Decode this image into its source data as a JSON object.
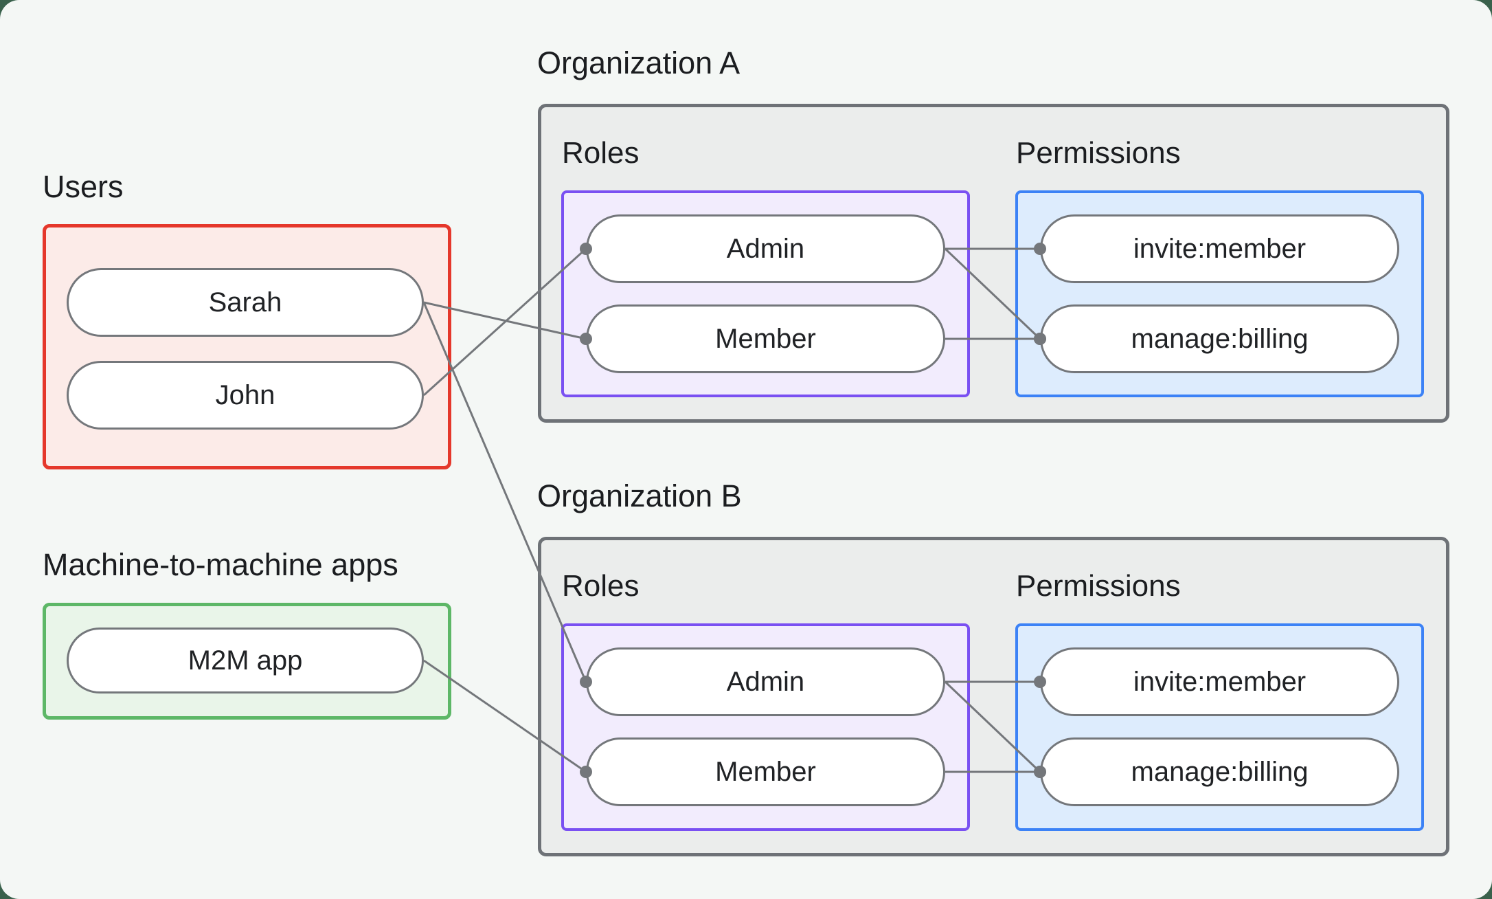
{
  "users": {
    "title": "Users",
    "items": [
      "Sarah",
      "John"
    ]
  },
  "m2m": {
    "title": "Machine-to-machine apps",
    "items": [
      "M2M app"
    ]
  },
  "orgs": [
    {
      "title": "Organization A",
      "roles_label": "Roles",
      "permissions_label": "Permissions",
      "roles": [
        "Admin",
        "Member"
      ],
      "permissions": [
        "invite:member",
        "manage:billing"
      ]
    },
    {
      "title": "Organization B",
      "roles_label": "Roles",
      "permissions_label": "Permissions",
      "roles": [
        "Admin",
        "Member"
      ],
      "permissions": [
        "invite:member",
        "manage:billing"
      ]
    }
  ],
  "connections": [
    {
      "from": "john",
      "to": "orgA.admin"
    },
    {
      "from": "sarah",
      "to": "orgA.member"
    },
    {
      "from": "sarah",
      "to": "orgB.admin"
    },
    {
      "from": "m2m_app",
      "to": "orgB.member"
    },
    {
      "from": "orgA.admin",
      "to": "orgA.invite"
    },
    {
      "from": "orgA.admin",
      "to": "orgA.manage"
    },
    {
      "from": "orgA.member",
      "to": "orgA.manage"
    },
    {
      "from": "orgB.admin",
      "to": "orgB.invite"
    },
    {
      "from": "orgB.admin",
      "to": "orgB.manage"
    },
    {
      "from": "orgB.member",
      "to": "orgB.manage"
    }
  ],
  "colors": {
    "users_border": "#e5372b",
    "users_fill": "#fcebe8",
    "m2m_border": "#5db767",
    "m2m_fill": "#e9f5e9",
    "org_border": "#6e7277",
    "org_fill": "#ebedec",
    "roles_border": "#7a50f2",
    "roles_fill": "#f2ecfd",
    "permissions_border": "#3c82f6",
    "permissions_fill": "#ddecfd",
    "pill_border": "#74777b",
    "wire": "#74777b",
    "text": "#1b1d20",
    "page_background": "#f4f7f5"
  }
}
